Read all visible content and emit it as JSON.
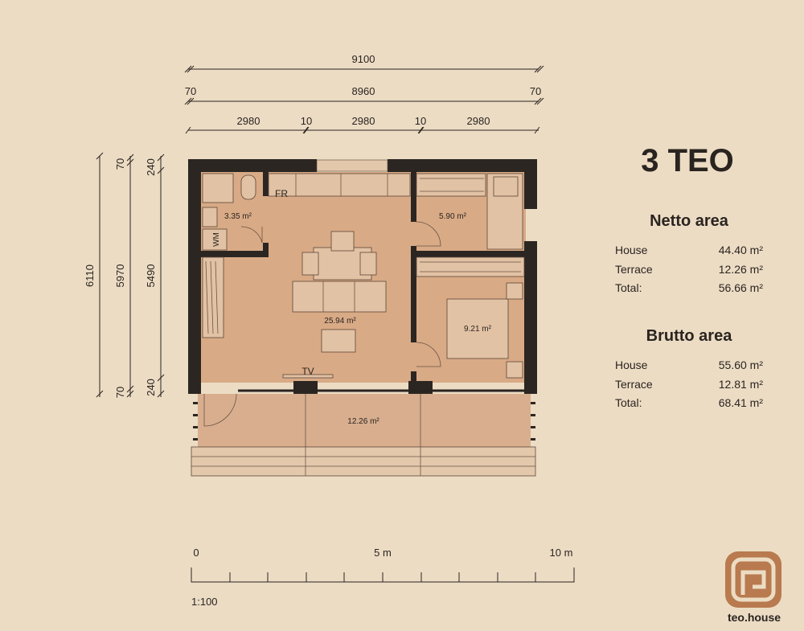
{
  "title": "3 TEO",
  "dimensions": {
    "top_total": "9100",
    "top_inner": "8960",
    "top_left_offset": "70",
    "top_right_offset": "70",
    "segments": [
      "2980",
      "10",
      "2980",
      "10",
      "2980"
    ],
    "side_total": "6110",
    "side_inner": "5970",
    "side_room": "5490",
    "side_top_a": "70",
    "side_top_b": "240",
    "side_bottom_a": "70",
    "side_bottom_b": "240"
  },
  "rooms": {
    "bathroom": "3.35 m²",
    "living": "25.94 m²",
    "bedroom_small": "5.90 m²",
    "bedroom": "9.21 m²",
    "terrace": "12.26 m²",
    "fridge": "FR",
    "washing_machine": "WM",
    "tv": "TV"
  },
  "netto": {
    "heading": "Netto area",
    "rows": [
      {
        "label": "House",
        "value": "44.40 m²"
      },
      {
        "label": "Terrace",
        "value": "12.26 m²"
      },
      {
        "label": "Total:",
        "value": "56.66 m²"
      }
    ]
  },
  "brutto": {
    "heading": "Brutto area",
    "rows": [
      {
        "label": "House",
        "value": "55.60 m²"
      },
      {
        "label": "Terrace",
        "value": "12.81 m²"
      },
      {
        "label": "Total:",
        "value": "68.41 m²"
      }
    ]
  },
  "scale": {
    "labels": [
      "0",
      "5 m",
      "10 m"
    ],
    "ratio": "1:100"
  },
  "brand": "teo.house",
  "colors": {
    "background": "#ecdcc4",
    "floor": "#d9aa86",
    "wall": "#2b2622",
    "logo": "#b87a4e"
  }
}
